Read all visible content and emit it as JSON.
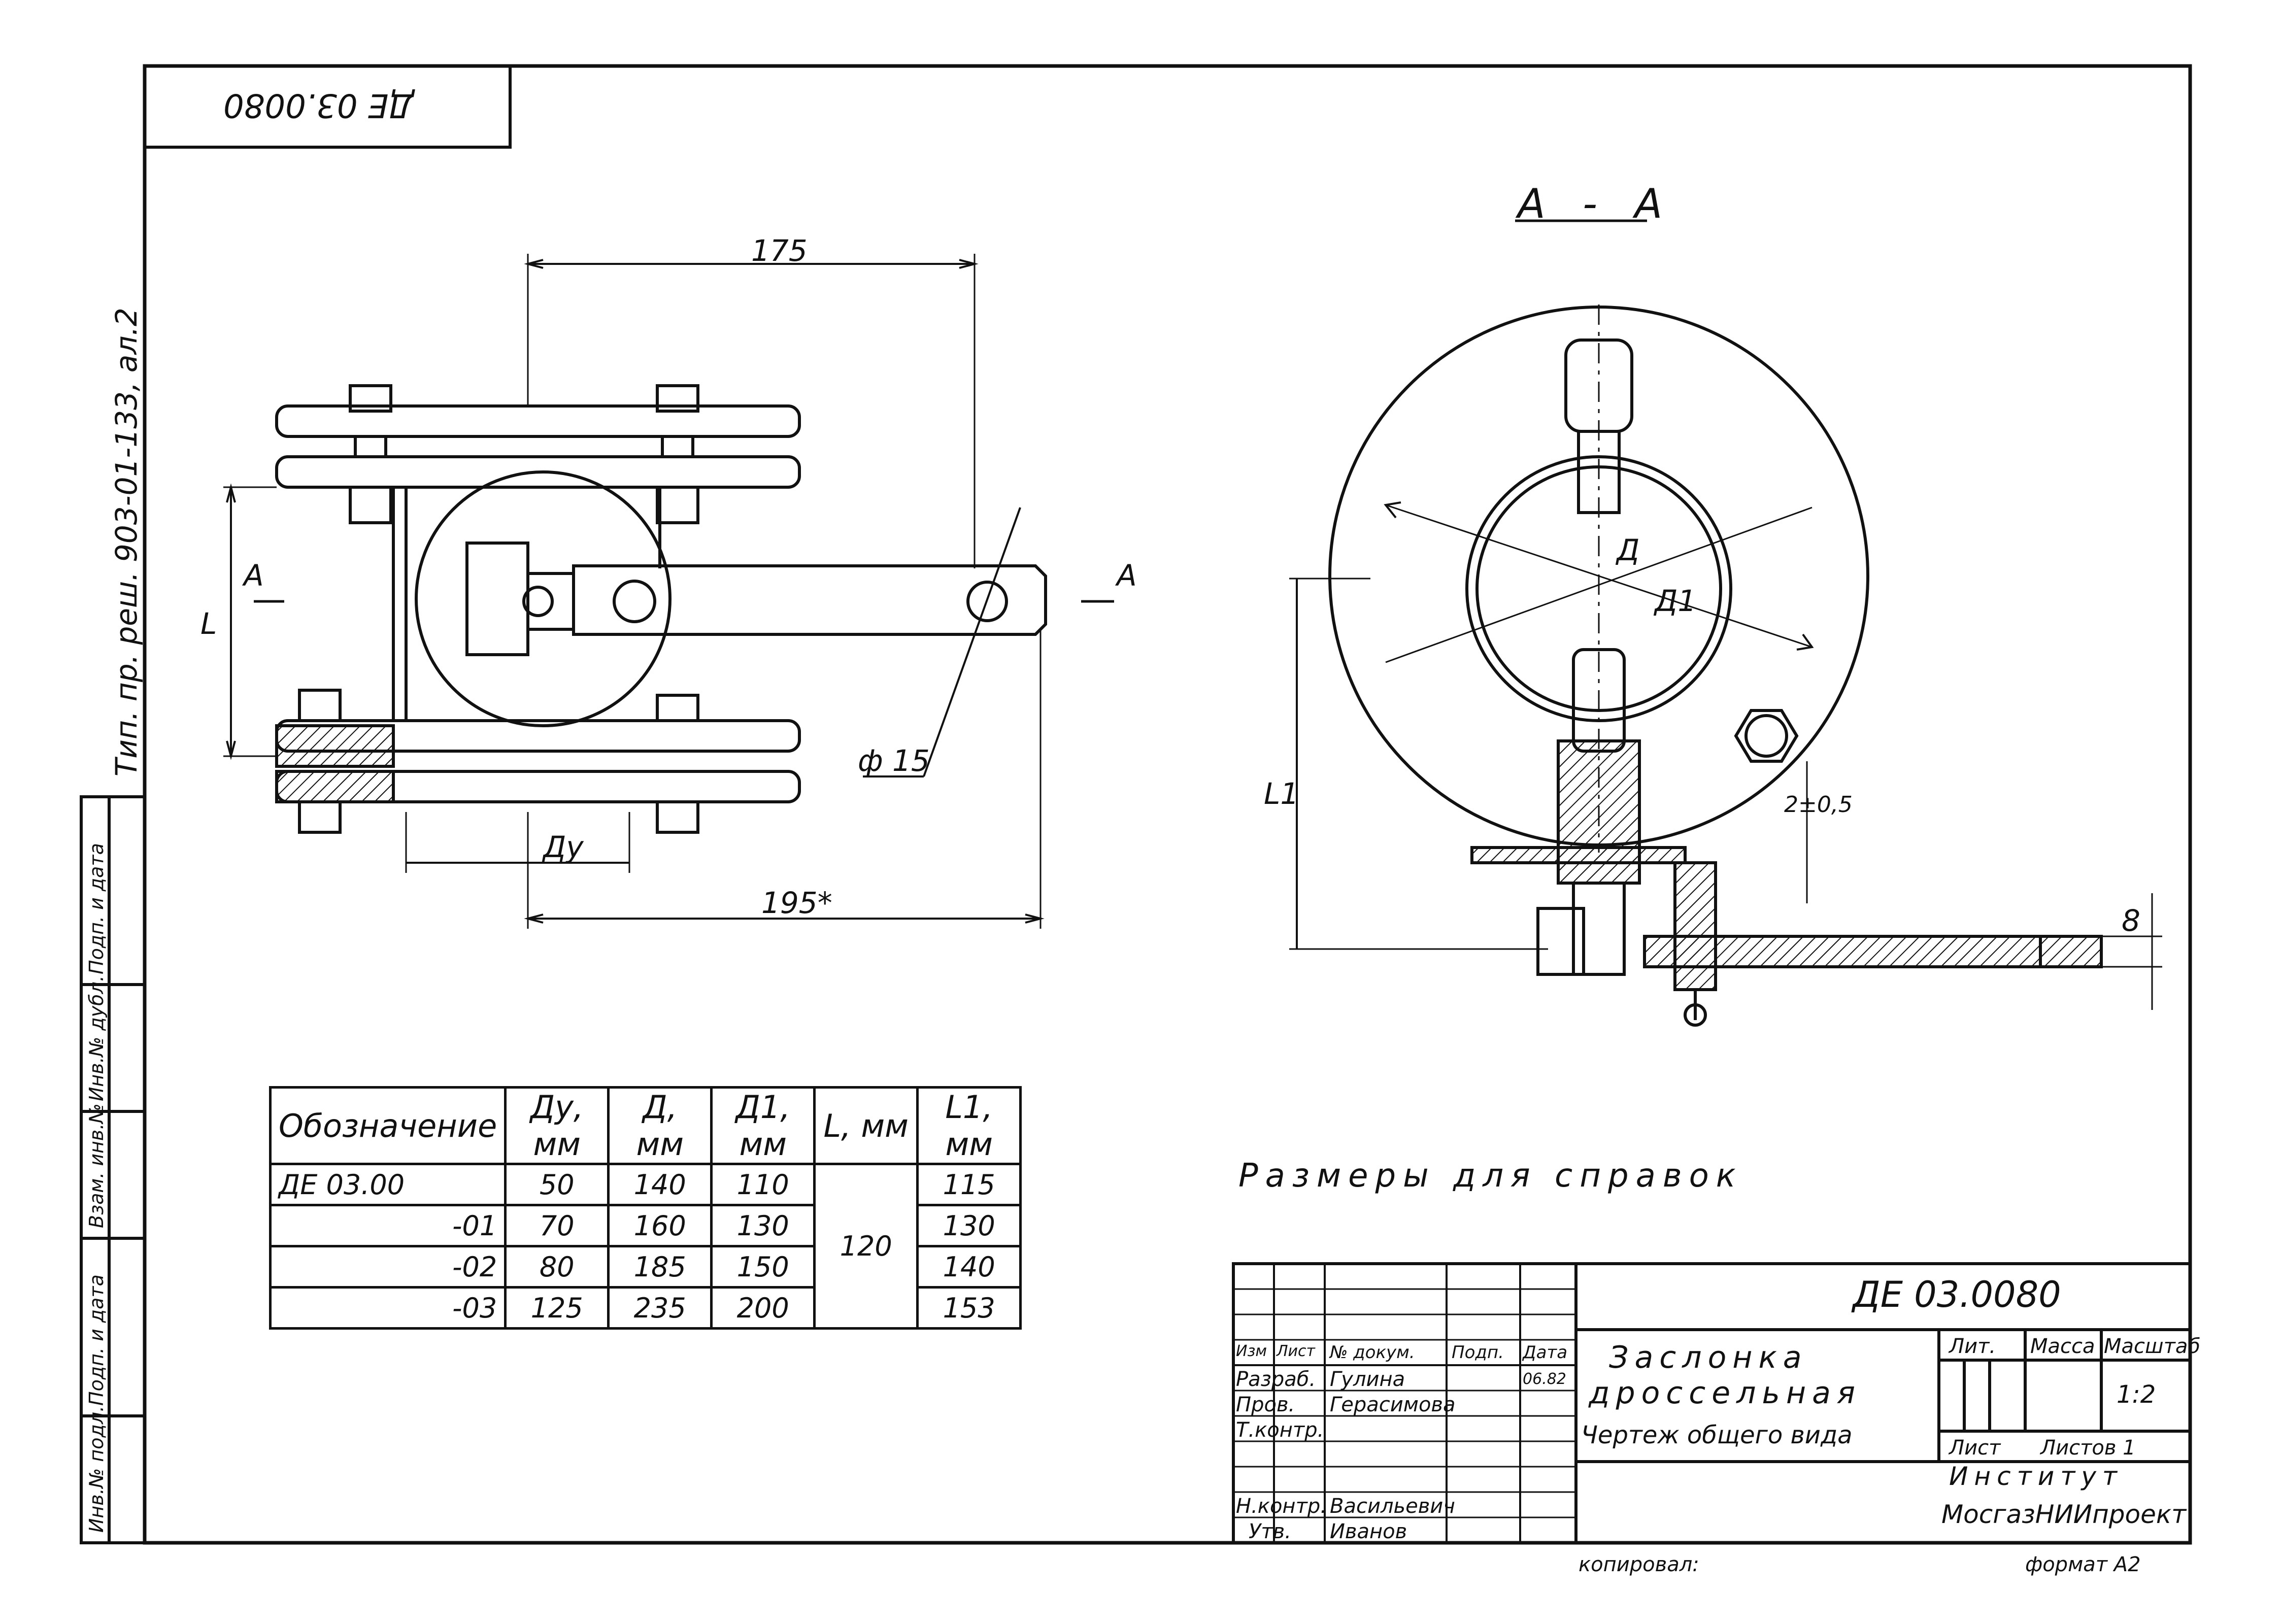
{
  "stamp": {
    "code_rotated": "ДЕ 03.0080"
  },
  "side_note": "Тип. пр. реш. 903-01-133, ал.2",
  "side_cells": [
    "Инв.№ подл.",
    "Подп. и дата",
    "Взам. инв.№",
    "Инв.№ дубл.",
    "Подп. и дата"
  ],
  "front_view": {
    "dims": {
      "top": "175",
      "bottom": "195*",
      "du": "Ду",
      "L": "L",
      "phi": "ф 15",
      "section_mark_left": "А",
      "section_mark_right": "А"
    }
  },
  "section_view": {
    "title": "А - А",
    "dims": {
      "D": "Д",
      "D1": "Д1",
      "L1": "L1",
      "gap": "2±0,5",
      "thickness": "8"
    }
  },
  "spec_table": {
    "headers": [
      "Обозначение",
      "Ду, мм",
      "Д, мм",
      "Д1, мм",
      "L, мм",
      "L1, мм"
    ],
    "rows": [
      {
        "designation": "ДЕ 03.00",
        "du": "50",
        "d": "140",
        "d1": "110",
        "l1": "115"
      },
      {
        "designation": "-01",
        "du": "70",
        "d": "160",
        "d1": "130",
        "l1": "130"
      },
      {
        "designation": "-02",
        "du": "80",
        "d": "185",
        "d1": "150",
        "l1": "140"
      },
      {
        "designation": "-03",
        "du": "125",
        "d": "235",
        "d1": "200",
        "l1": "153"
      }
    ],
    "l_common": "120"
  },
  "reference_note": "Размеры для справок",
  "title_block": {
    "code": "ДЕ 03.0080",
    "name_line1": "Заслонка",
    "name_line2": "дроссельная",
    "name_line3": "Чертеж общего вида",
    "col_headers": [
      "Изм",
      "Лист",
      "№ докум.",
      "Подп.",
      "Дата"
    ],
    "roles": [
      {
        "role": "Разраб.",
        "name": "Гулина",
        "date": "06.82"
      },
      {
        "role": "Пров.",
        "name": "Герасимова",
        "date": ""
      },
      {
        "role": "Т.контр.",
        "name": "",
        "date": ""
      },
      {
        "role": "Н.контр.",
        "name": "Васильевич",
        "date": ""
      },
      {
        "role": "Утв.",
        "name": "Иванов",
        "date": ""
      }
    ],
    "lit_label": "Лит.",
    "mass_label": "Масса",
    "scale_label": "Масштаб",
    "scale_value": "1:2",
    "sheet_label": "Лист",
    "sheets_label": "Листов 1",
    "org_line1": "Институт",
    "org_line2": "МосгазНИИпроект",
    "copied": "копировал:",
    "format": "формат А2"
  }
}
